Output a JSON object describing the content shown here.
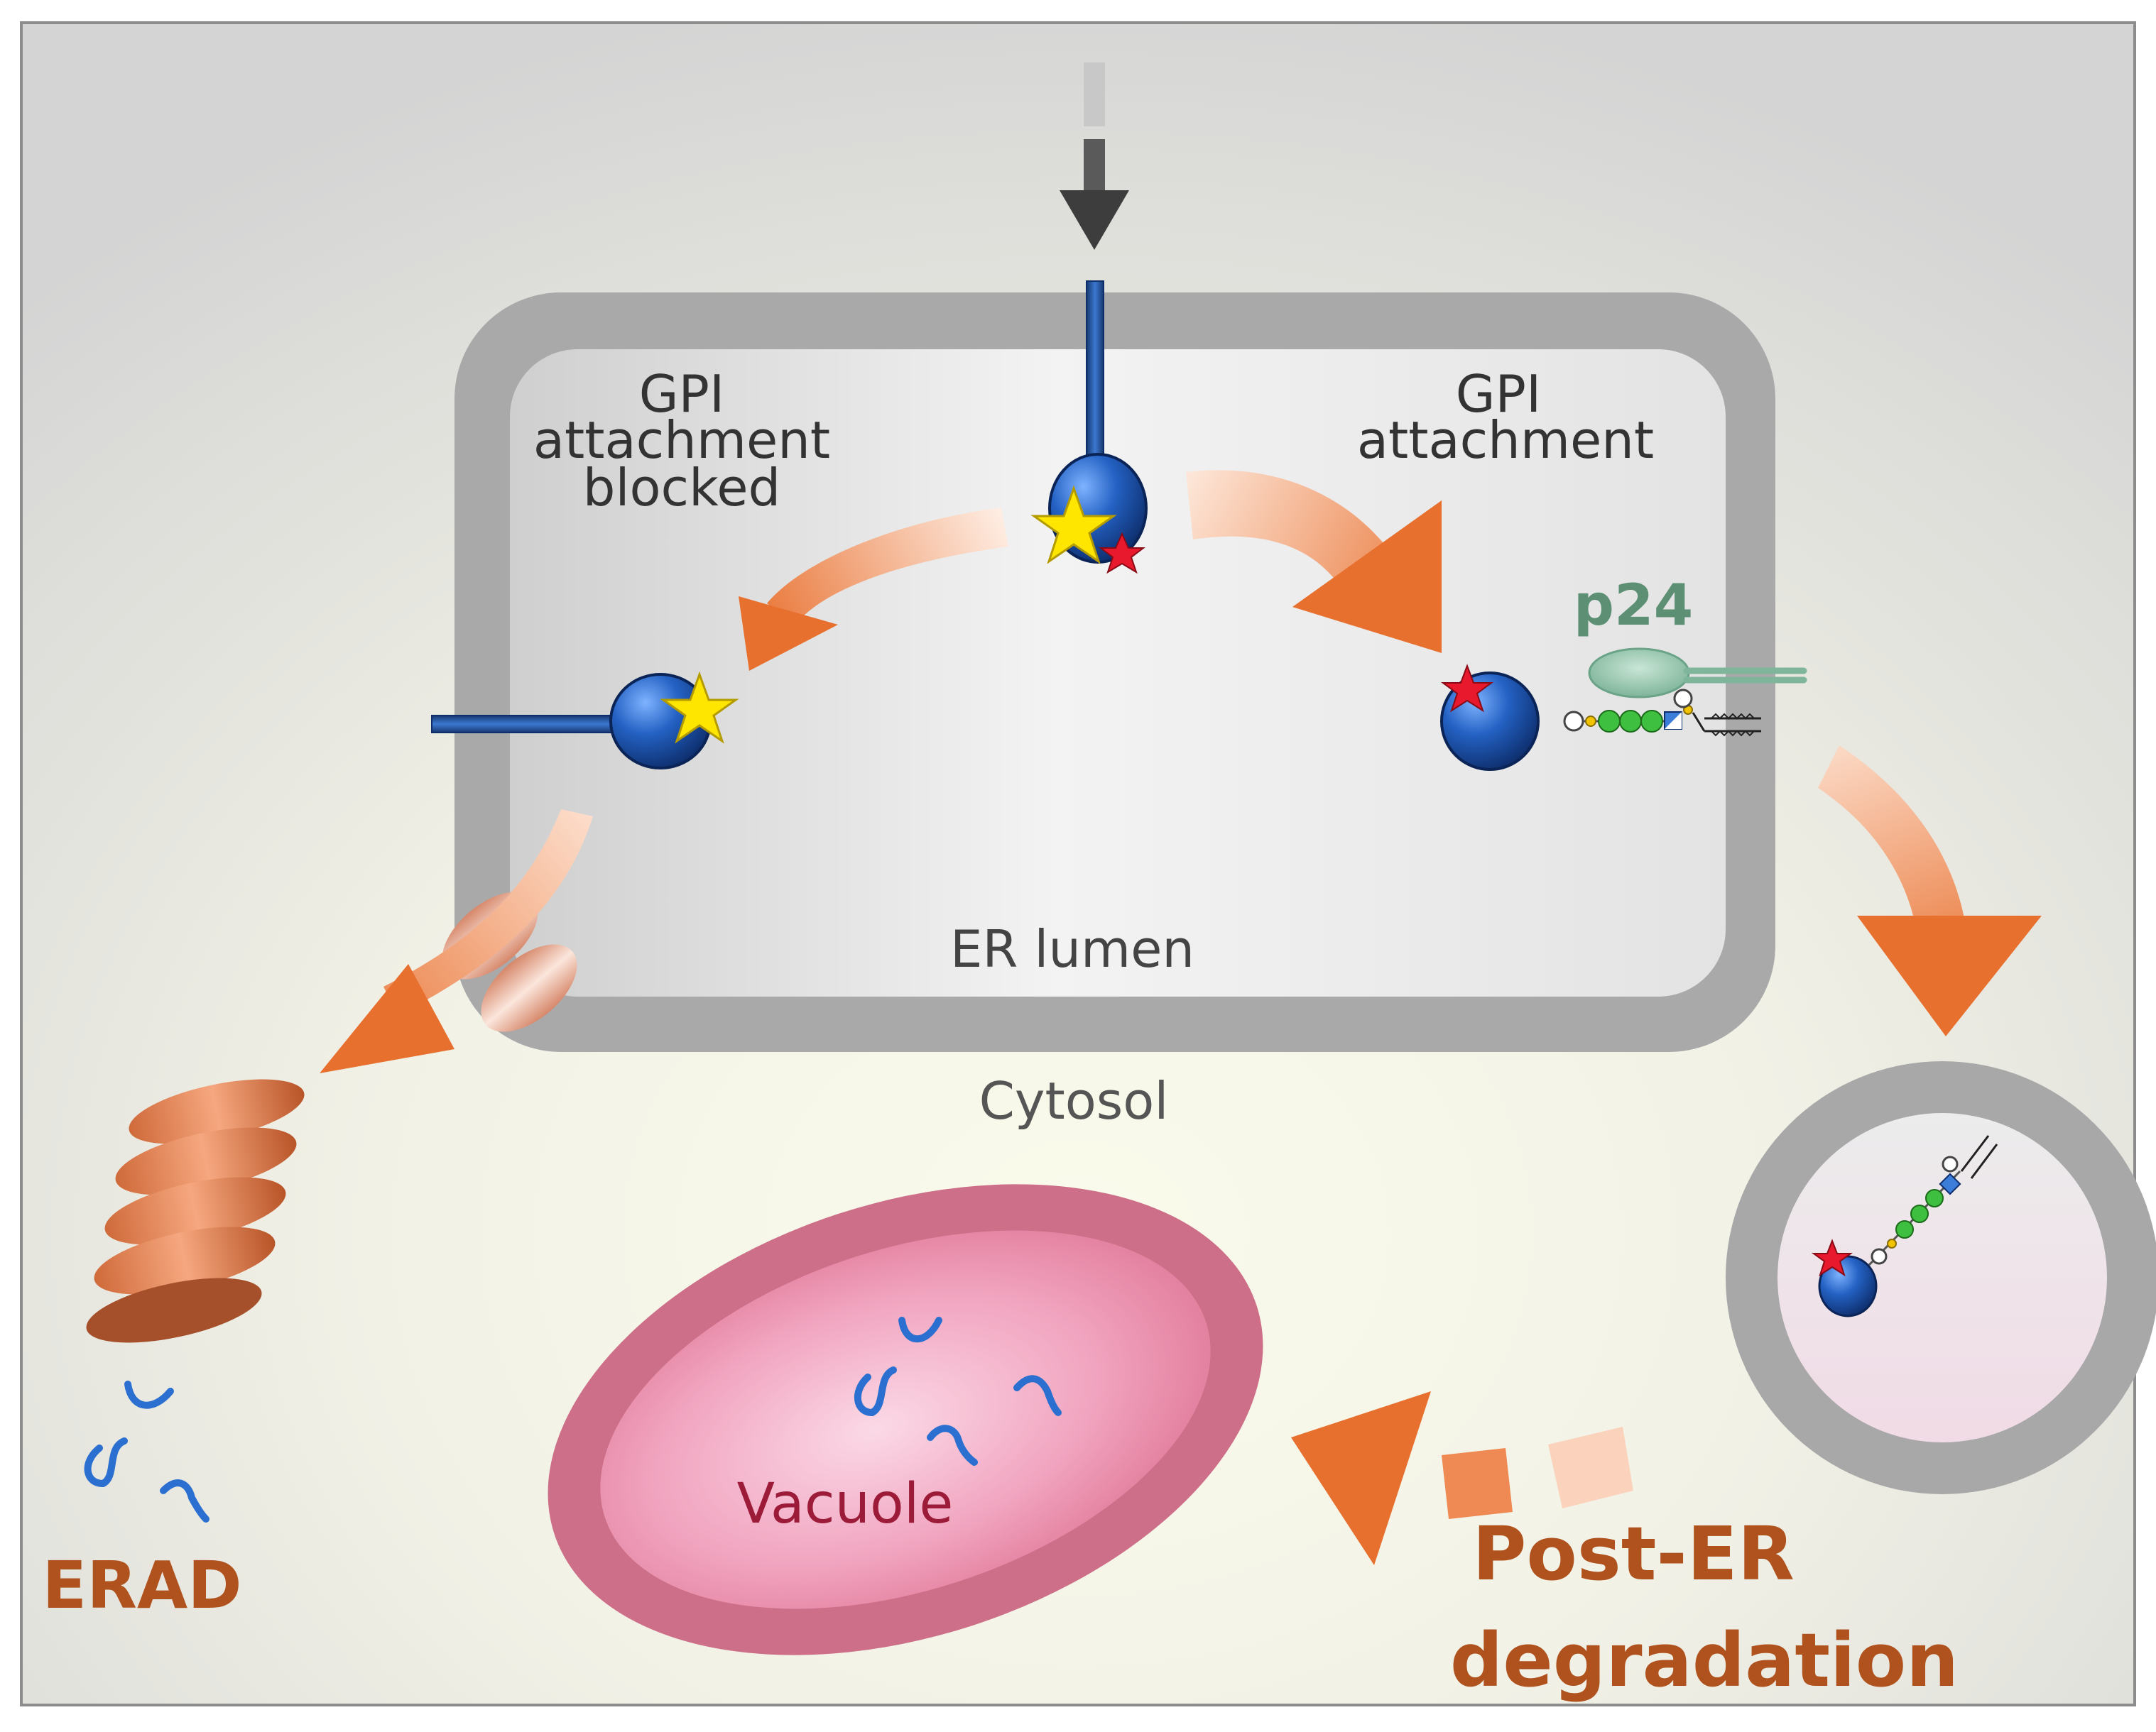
{
  "labels": {
    "gpi_blocked_line1": "GPI",
    "gpi_blocked_line2": "attachment",
    "gpi_blocked_line3": "blocked",
    "gpi_attach_line1": "GPI",
    "gpi_attach_line2": "attachment",
    "p24": "p24",
    "er_lumen": "ER lumen",
    "cytosol": "Cytosol",
    "vacuole": "Vacuole",
    "erad": "ERAD",
    "post_er_line1": "Post-ER",
    "post_er_line2": "degradation"
  },
  "colors": {
    "arrow_orange": "#e8702f",
    "protein_blue": "#1d4f9e",
    "star_yellow": "#ffe600",
    "star_red": "#e8192c",
    "p24_green": "#7fb59a",
    "p24_label": "#5c8f74",
    "label_brown": "#b0521e",
    "vacuole_text": "#9b1b38",
    "membrane_gray": "#a8a8a8"
  },
  "icons": {
    "folded_protein": "blue-sphere-icon",
    "misfolding_marker": "yellow-star-icon",
    "gpi_marker": "red-star-icon",
    "gpi_anchor": "glycan-chain-icon",
    "receptor": "p24-receptor-icon",
    "translocon": "retrotranslocon-icon",
    "proteasome": "proteasome-icon",
    "peptides": "peptide-fragment-icon"
  }
}
